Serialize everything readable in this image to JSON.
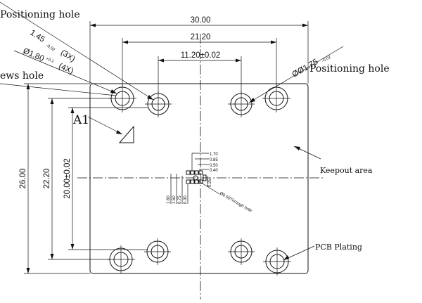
{
  "labels": {
    "positioning_hole_top_left": "Positioning hole",
    "positioning_hole_right": "Positioning hole",
    "screws_hole": "ews hole",
    "keepout_area": "Keepout area",
    "pcb_plating": "PCB Plating",
    "datum": "A1"
  },
  "dimensions": {
    "width_overall": "30.00",
    "width_outer_holes": "21.20",
    "width_inner_holes": "11.20±0.02",
    "height_overall": "26.00",
    "height_outer_holes": "22.20",
    "height_inner_holes": "20.00±0.02",
    "hole_1_45_main": "1.45",
    "hole_1_45_tol": "-0.02",
    "hole_1_45_qty": "(3X)",
    "hole_1_80_main": "Ø1.80",
    "hole_1_80_tol": "+0.1",
    "hole_1_80_qty": "(4X)",
    "hole_1_75_main": "ØØ1.75",
    "hole_1_75_tol": "-0.02",
    "center_h_1": "1.70",
    "center_h_2": "0.85",
    "center_h_3": "0.50",
    "center_h_4": "0.40",
    "center_v_1": "1.60",
    "center_v_2": "1.50",
    "center_v_3": "0.75",
    "center_v_4": "0.30",
    "center_v_5": "0.25",
    "through_hole": "Ø0.50Through hole"
  }
}
